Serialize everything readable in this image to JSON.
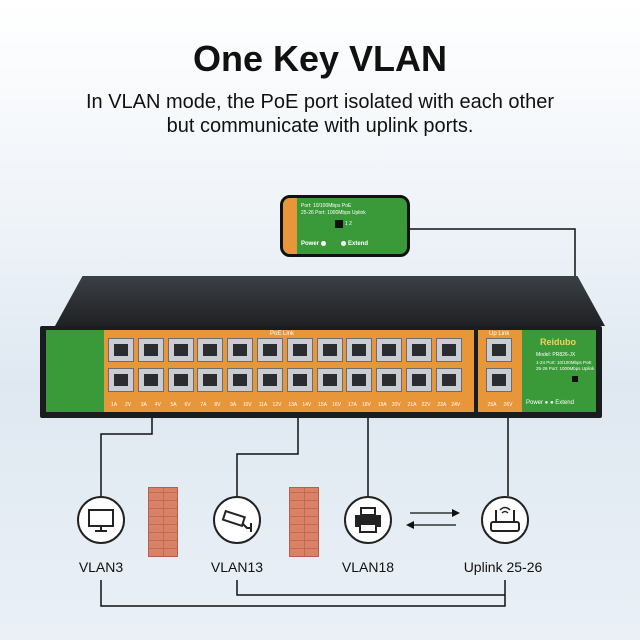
{
  "header": {
    "title": "One Key VLAN",
    "subtitle_line1": "In VLAN mode, the PoE port isolated with each other",
    "subtitle_line2": "but communicate with uplink ports."
  },
  "zoom": {
    "line1": "Port: 10/100Mbps PoE",
    "line2": "25-26 Port: 1000Mbps Uplink",
    "switch_label": "1 2",
    "power": "Power",
    "extend": "Extend"
  },
  "switch": {
    "poe_label": "PoE Link",
    "uplink_label": "Up Link",
    "brand": "Reidubo",
    "model": "Model: PR826-JX",
    "spec1": "1-24 Port: 10/100Mbps PoE",
    "spec2": "25-26 Port: 1000Mbps Uplink",
    "power": "Power",
    "extend": "Extend",
    "port_numbers": [
      "1A",
      "2V",
      "3A",
      "4V",
      "5A",
      "6V",
      "7A",
      "8V",
      "9A",
      "10V",
      "11A",
      "12V",
      "13A",
      "14V",
      "15A",
      "16V",
      "17A",
      "18V",
      "19A",
      "20V",
      "21A",
      "22V",
      "23A",
      "24V"
    ],
    "uplink_numbers": [
      "25A",
      "26V"
    ]
  },
  "devices": [
    {
      "label": "VLAN3",
      "icon": "monitor-icon"
    },
    {
      "label": "VLAN13",
      "icon": "camera-icon"
    },
    {
      "label": "VLAN18",
      "icon": "printer-icon"
    },
    {
      "label": "Uplink 25-26",
      "icon": "router-icon"
    }
  ],
  "colors": {
    "green": "#3a9a3a",
    "orange": "#e8963a",
    "brick": "#d98267"
  }
}
